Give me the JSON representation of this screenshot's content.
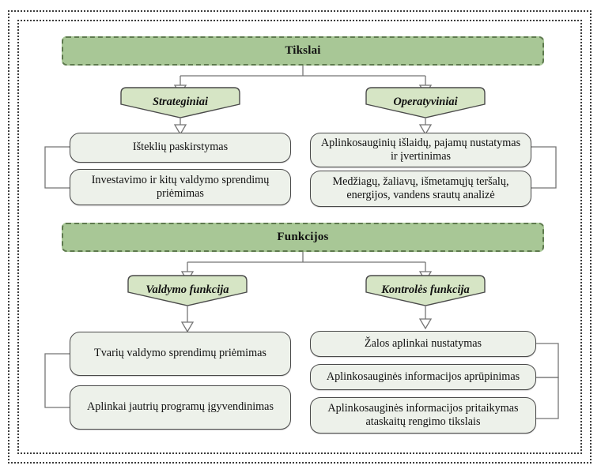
{
  "diagram": {
    "title_visible": false,
    "colors": {
      "header_fill": "#a8c796",
      "header_border": "#5e7a4e",
      "pentagon_fill": "#d6e5c5",
      "pentagon_border": "#4a4a4a",
      "box_fill": "#edf1ea",
      "box_border": "#4a4a4a",
      "connector": "#757575",
      "frame": "#3c3c3c"
    },
    "sections": [
      {
        "id": "tikslai",
        "header": "Tikslai",
        "branches": [
          {
            "id": "strateginiai",
            "label": "Strateginiai",
            "side": "left",
            "items": [
              "Išteklių paskirstymas",
              "Investavimo ir kitų valdymo sprendimų priėmimas"
            ]
          },
          {
            "id": "operatyviniai",
            "label": "Operatyviniai",
            "side": "right",
            "items": [
              "Aplinkosauginių išlaidų, pajamų nustatymas ir įvertinimas",
              "Medžiagų, žaliavų, išmetamųjų teršalų, energijos, vandens srautų analizė"
            ]
          }
        ]
      },
      {
        "id": "funkcijos",
        "header": "Funkcijos",
        "branches": [
          {
            "id": "valdymo-funkcija",
            "label": "Valdymo funkcija",
            "side": "left",
            "items": [
              "Tvarių valdymo sprendimų priėmimas",
              "Aplinkai jautrių programų įgyvendinimas"
            ]
          },
          {
            "id": "kontroles-funkcija",
            "label": "Kontrolės funkcija",
            "side": "right",
            "items": [
              "Žalos aplinkai nustatymas",
              "Aplinkosauginės informacijos aprūpinimas",
              "Aplinkosauginės informacijos pritaikymas ataskaitų rengimo tikslais"
            ]
          }
        ]
      }
    ]
  }
}
